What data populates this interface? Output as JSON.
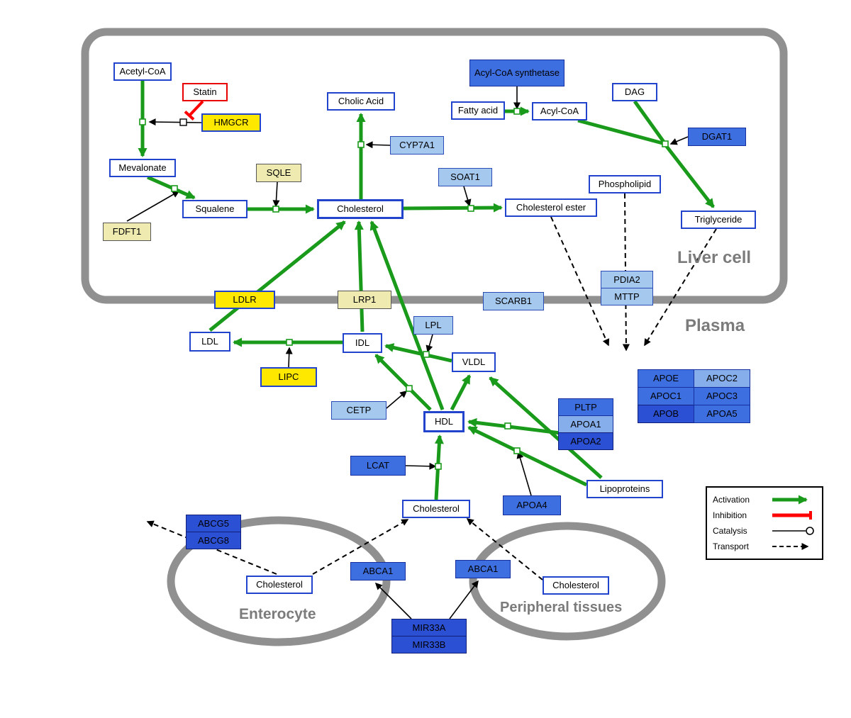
{
  "regions": {
    "liver_cell": "Liver cell",
    "plasma": "Plasma",
    "enterocyte": "Enterocyte",
    "peripheral_tissues": "Peripheral tissues"
  },
  "nodes": {
    "acetyl_coa": "Acetyl-CoA",
    "statin": "Statin",
    "hmgcr": "HMGCR",
    "mevalonate": "Mevalonate",
    "fdft1": "FDFT1",
    "squalene": "Squalene",
    "sqle": "SQLE",
    "cholesterol_liver": "Cholesterol",
    "cholic_acid": "Cholic Acid",
    "cyp7a1": "CYP7A1",
    "soat1": "SOAT1",
    "cholesterol_ester": "Cholesterol ester",
    "acyl_coa_synthetase": "Acyl-CoA synthetase",
    "fatty_acid": "Fatty acid",
    "acyl_coa": "Acyl-CoA",
    "dag": "DAG",
    "dgat1": "DGAT1",
    "phospholipid": "Phospholipid",
    "triglyceride": "Triglyceride",
    "pdia2": "PDIA2",
    "mttp": "MTTP",
    "ldlr": "LDLR",
    "lrp1": "LRP1",
    "scarb1": "SCARB1",
    "ldl": "LDL",
    "idl": "IDL",
    "lpl": "LPL",
    "vldl": "VLDL",
    "lipc": "LIPC",
    "cetp": "CETP",
    "hdl": "HDL",
    "lcat": "LCAT",
    "pltp": "PLTP",
    "apoa1": "APOA1",
    "apoa2": "APOA2",
    "apoa4": "APOA4",
    "lipoproteins": "Lipoproteins",
    "apoe": "APOE",
    "apoc2": "APOC2",
    "apoc1": "APOC1",
    "apoc3": "APOC3",
    "apob": "APOB",
    "apoa5": "APOA5",
    "cholesterol_plasma": "Cholesterol",
    "abcg5": "ABCG5",
    "abcg8": "ABCG8",
    "cholesterol_enterocyte": "Cholesterol",
    "abca1_enterocyte": "ABCA1",
    "abca1_peripheral": "ABCA1",
    "cholesterol_peripheral": "Cholesterol",
    "mir33a": "MIR33A",
    "mir33b": "MIR33B"
  },
  "legend": {
    "activation": "Activation",
    "inhibition": "Inhibition",
    "catalysis": "Catalysis",
    "transport": "Transport"
  },
  "colors": {
    "activation_green": "#1a9a1a",
    "inhibition_red": "#ff0000",
    "metabolite_border_blue": "#2244cc",
    "enzyme_yellow": "#ffe800",
    "enzyme_pale_yellow": "#eeeab0",
    "protein_light_blue": "#a4c8ee",
    "protein_blue": "#3e6fe0",
    "protein_dark_blue": "#2b50d4",
    "membrane_gray": "#909090"
  }
}
